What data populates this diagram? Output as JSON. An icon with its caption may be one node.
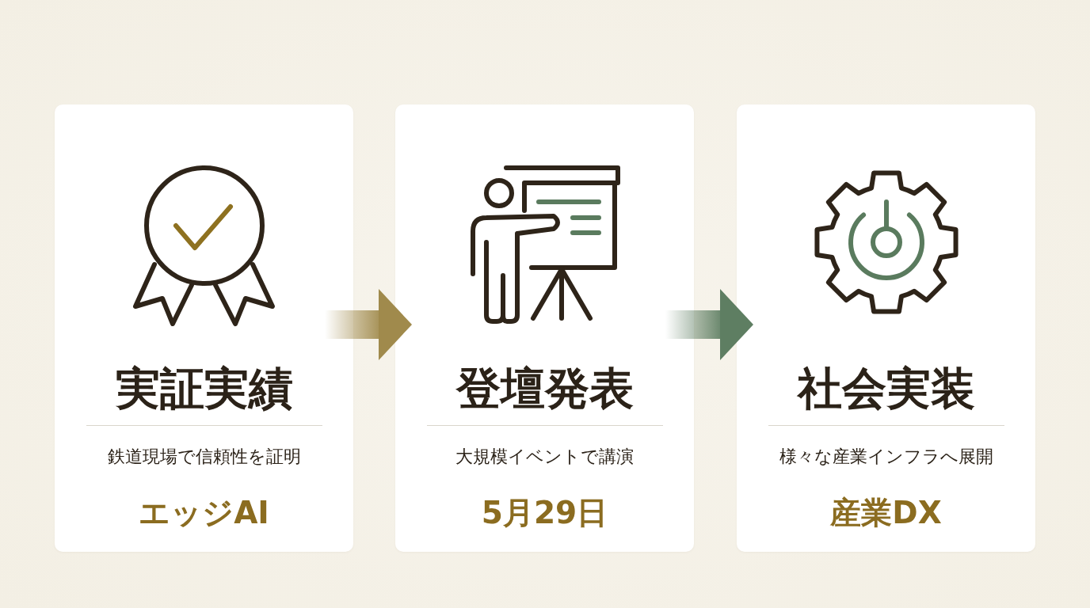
{
  "diagram": {
    "nodes": [
      {
        "text": [
          "実証実績",
          "鉄道現場で信頼性を証明",
          "エッジAI"
        ]
      },
      {
        "text": [
          "登壇発表",
          "大規模イベントで講演",
          "5月29日"
        ]
      },
      {
        "text": [
          "社会実装",
          "様々な産業インフラへ展開",
          "産業DX"
        ]
      }
    ],
    "edges": [
      {
        "from": 0,
        "to": 1,
        "arrow": "to",
        "color": "#a08a4c"
      },
      {
        "from": 1,
        "to": 2,
        "arrow": "to",
        "color": "#5e7e62"
      }
    ]
  }
}
